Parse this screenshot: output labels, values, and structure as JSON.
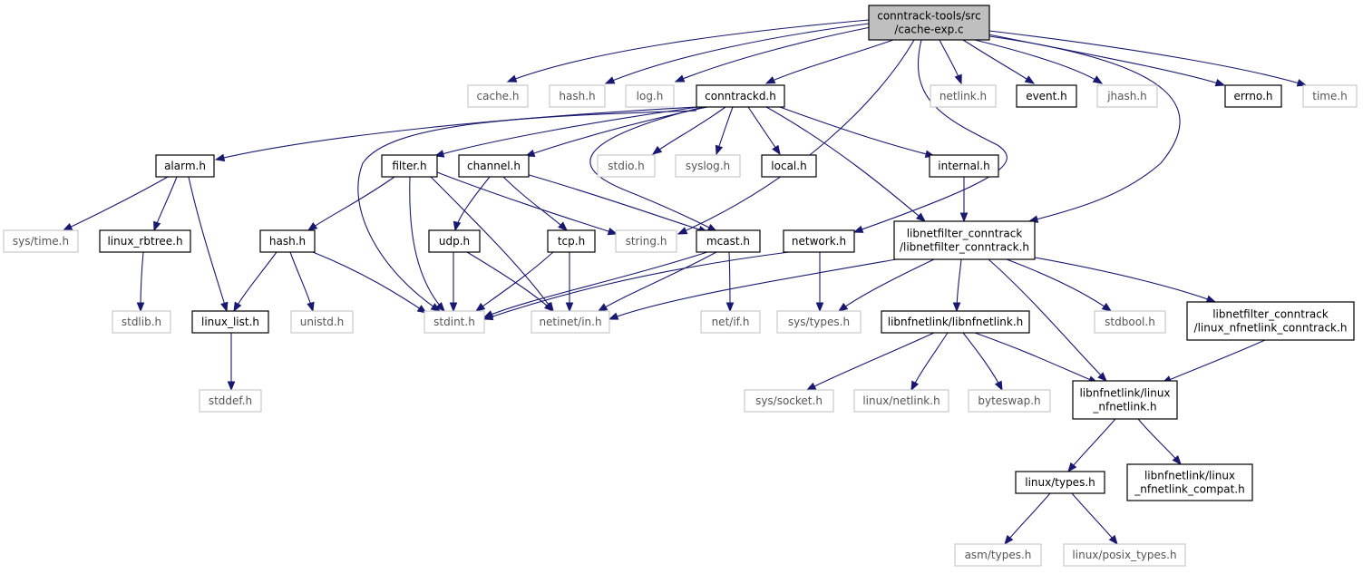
{
  "graph": {
    "type": "include-dependency-graph",
    "nodes": [
      {
        "id": "root",
        "lines": [
          "conntrack-tools/src",
          "/cache-exp.c"
        ],
        "kind": "root"
      },
      {
        "id": "cache_h",
        "lines": [
          "cache.h"
        ],
        "kind": "nodoc"
      },
      {
        "id": "hash_h_top",
        "lines": [
          "hash.h"
        ],
        "kind": "nodoc"
      },
      {
        "id": "log_h",
        "lines": [
          "log.h"
        ],
        "kind": "nodoc"
      },
      {
        "id": "conntrackd_h",
        "lines": [
          "conntrackd.h"
        ],
        "kind": "doc"
      },
      {
        "id": "netlink_h",
        "lines": [
          "netlink.h"
        ],
        "kind": "nodoc"
      },
      {
        "id": "event_h",
        "lines": [
          "event.h"
        ],
        "kind": "doc"
      },
      {
        "id": "jhash_h",
        "lines": [
          "jhash.h"
        ],
        "kind": "nodoc"
      },
      {
        "id": "errno_h",
        "lines": [
          "errno.h"
        ],
        "kind": "doc"
      },
      {
        "id": "time_h",
        "lines": [
          "time.h"
        ],
        "kind": "nodoc"
      },
      {
        "id": "alarm_h",
        "lines": [
          "alarm.h"
        ],
        "kind": "doc"
      },
      {
        "id": "filter_h",
        "lines": [
          "filter.h"
        ],
        "kind": "doc"
      },
      {
        "id": "channel_h",
        "lines": [
          "channel.h"
        ],
        "kind": "doc"
      },
      {
        "id": "stdio_h",
        "lines": [
          "stdio.h"
        ],
        "kind": "nodoc"
      },
      {
        "id": "syslog_h",
        "lines": [
          "syslog.h"
        ],
        "kind": "nodoc"
      },
      {
        "id": "local_h",
        "lines": [
          "local.h"
        ],
        "kind": "doc"
      },
      {
        "id": "internal_h",
        "lines": [
          "internal.h"
        ],
        "kind": "doc"
      },
      {
        "id": "sys_time_h",
        "lines": [
          "sys/time.h"
        ],
        "kind": "nodoc"
      },
      {
        "id": "linux_rbtree_h",
        "lines": [
          "linux_rbtree.h"
        ],
        "kind": "doc"
      },
      {
        "id": "hash_h",
        "lines": [
          "hash.h"
        ],
        "kind": "doc"
      },
      {
        "id": "udp_h",
        "lines": [
          "udp.h"
        ],
        "kind": "doc"
      },
      {
        "id": "tcp_h",
        "lines": [
          "tcp.h"
        ],
        "kind": "doc"
      },
      {
        "id": "string_h",
        "lines": [
          "string.h"
        ],
        "kind": "nodoc"
      },
      {
        "id": "mcast_h",
        "lines": [
          "mcast.h"
        ],
        "kind": "doc"
      },
      {
        "id": "network_h",
        "lines": [
          "network.h"
        ],
        "kind": "doc"
      },
      {
        "id": "libnf_conntrack_h",
        "lines": [
          "libnetfilter_conntrack",
          "/libnetfilter_conntrack.h"
        ],
        "kind": "doc"
      },
      {
        "id": "stdlib_h",
        "lines": [
          "stdlib.h"
        ],
        "kind": "nodoc"
      },
      {
        "id": "linux_list_h",
        "lines": [
          "linux_list.h"
        ],
        "kind": "doc"
      },
      {
        "id": "unistd_h",
        "lines": [
          "unistd.h"
        ],
        "kind": "nodoc"
      },
      {
        "id": "stdint_h",
        "lines": [
          "stdint.h"
        ],
        "kind": "nodoc"
      },
      {
        "id": "netinet_in_h",
        "lines": [
          "netinet/in.h"
        ],
        "kind": "nodoc"
      },
      {
        "id": "net_if_h",
        "lines": [
          "net/if.h"
        ],
        "kind": "nodoc"
      },
      {
        "id": "sys_types_h",
        "lines": [
          "sys/types.h"
        ],
        "kind": "nodoc"
      },
      {
        "id": "libnfnetlink_h",
        "lines": [
          "libnfnetlink/libnfnetlink.h"
        ],
        "kind": "doc"
      },
      {
        "id": "stdbool_h",
        "lines": [
          "stdbool.h"
        ],
        "kind": "nodoc"
      },
      {
        "id": "linux_nfnetlink_conntrack_h",
        "lines": [
          "libnetfilter_conntrack",
          "/linux_nfnetlink_conntrack.h"
        ],
        "kind": "doc"
      },
      {
        "id": "stddef_h",
        "lines": [
          "stddef.h"
        ],
        "kind": "nodoc"
      },
      {
        "id": "sys_socket_h",
        "lines": [
          "sys/socket.h"
        ],
        "kind": "nodoc"
      },
      {
        "id": "linux_netlink_h",
        "lines": [
          "linux/netlink.h"
        ],
        "kind": "nodoc"
      },
      {
        "id": "byteswap_h",
        "lines": [
          "byteswap.h"
        ],
        "kind": "nodoc"
      },
      {
        "id": "linux_nfnetlink_h",
        "lines": [
          "libnfnetlink/linux",
          "_nfnetlink.h"
        ],
        "kind": "doc"
      },
      {
        "id": "linux_types_h",
        "lines": [
          "linux/types.h"
        ],
        "kind": "doc"
      },
      {
        "id": "nfnetlink_compat_h",
        "lines": [
          "libnfnetlink/linux",
          "_nfnetlink_compat.h"
        ],
        "kind": "doc"
      },
      {
        "id": "asm_types_h",
        "lines": [
          "asm/types.h"
        ],
        "kind": "nodoc"
      },
      {
        "id": "posix_types_h",
        "lines": [
          "linux/posix_types.h"
        ],
        "kind": "nodoc"
      }
    ],
    "edges": [
      [
        "root",
        "cache_h"
      ],
      [
        "root",
        "hash_h_top"
      ],
      [
        "root",
        "log_h"
      ],
      [
        "root",
        "conntrackd_h"
      ],
      [
        "root",
        "string_h"
      ],
      [
        "root",
        "netlink_h"
      ],
      [
        "root",
        "event_h"
      ],
      [
        "root",
        "jhash_h"
      ],
      [
        "root",
        "errno_h"
      ],
      [
        "root",
        "time_h"
      ],
      [
        "root",
        "network_h"
      ],
      [
        "root",
        "libnf_conntrack_h"
      ],
      [
        "conntrackd_h",
        "alarm_h"
      ],
      [
        "conntrackd_h",
        "filter_h"
      ],
      [
        "conntrackd_h",
        "channel_h"
      ],
      [
        "conntrackd_h",
        "stdio_h"
      ],
      [
        "conntrackd_h",
        "syslog_h"
      ],
      [
        "conntrackd_h",
        "local_h"
      ],
      [
        "conntrackd_h",
        "internal_h"
      ],
      [
        "conntrackd_h",
        "stdint_h"
      ],
      [
        "conntrackd_h",
        "mcast_h"
      ],
      [
        "conntrackd_h",
        "libnf_conntrack_h"
      ],
      [
        "alarm_h",
        "sys_time_h"
      ],
      [
        "alarm_h",
        "linux_rbtree_h"
      ],
      [
        "alarm_h",
        "linux_list_h"
      ],
      [
        "linux_rbtree_h",
        "stdlib_h"
      ],
      [
        "filter_h",
        "hash_h"
      ],
      [
        "filter_h",
        "stdint_h"
      ],
      [
        "filter_h",
        "netinet_in_h"
      ],
      [
        "filter_h",
        "string_h"
      ],
      [
        "channel_h",
        "udp_h"
      ],
      [
        "channel_h",
        "tcp_h"
      ],
      [
        "channel_h",
        "mcast_h"
      ],
      [
        "hash_h",
        "linux_list_h"
      ],
      [
        "hash_h",
        "unistd_h"
      ],
      [
        "hash_h",
        "stdint_h"
      ],
      [
        "udp_h",
        "stdint_h"
      ],
      [
        "udp_h",
        "netinet_in_h"
      ],
      [
        "tcp_h",
        "stdint_h"
      ],
      [
        "tcp_h",
        "netinet_in_h"
      ],
      [
        "mcast_h",
        "stdint_h"
      ],
      [
        "mcast_h",
        "netinet_in_h"
      ],
      [
        "mcast_h",
        "net_if_h"
      ],
      [
        "network_h",
        "stdint_h"
      ],
      [
        "network_h",
        "sys_types_h"
      ],
      [
        "internal_h",
        "libnf_conntrack_h"
      ],
      [
        "libnf_conntrack_h",
        "netinet_in_h"
      ],
      [
        "libnf_conntrack_h",
        "sys_types_h"
      ],
      [
        "libnf_conntrack_h",
        "libnfnetlink_h"
      ],
      [
        "libnf_conntrack_h",
        "stdbool_h"
      ],
      [
        "libnf_conntrack_h",
        "linux_nfnetlink_conntrack_h"
      ],
      [
        "libnf_conntrack_h",
        "linux_nfnetlink_h"
      ],
      [
        "linux_list_h",
        "stddef_h"
      ],
      [
        "libnfnetlink_h",
        "sys_socket_h"
      ],
      [
        "libnfnetlink_h",
        "linux_netlink_h"
      ],
      [
        "libnfnetlink_h",
        "byteswap_h"
      ],
      [
        "libnfnetlink_h",
        "linux_nfnetlink_h"
      ],
      [
        "linux_nfnetlink_conntrack_h",
        "linux_nfnetlink_h"
      ],
      [
        "linux_nfnetlink_h",
        "linux_types_h"
      ],
      [
        "linux_nfnetlink_h",
        "nfnetlink_compat_h"
      ],
      [
        "linux_types_h",
        "asm_types_h"
      ],
      [
        "linux_types_h",
        "posix_types_h"
      ]
    ]
  }
}
